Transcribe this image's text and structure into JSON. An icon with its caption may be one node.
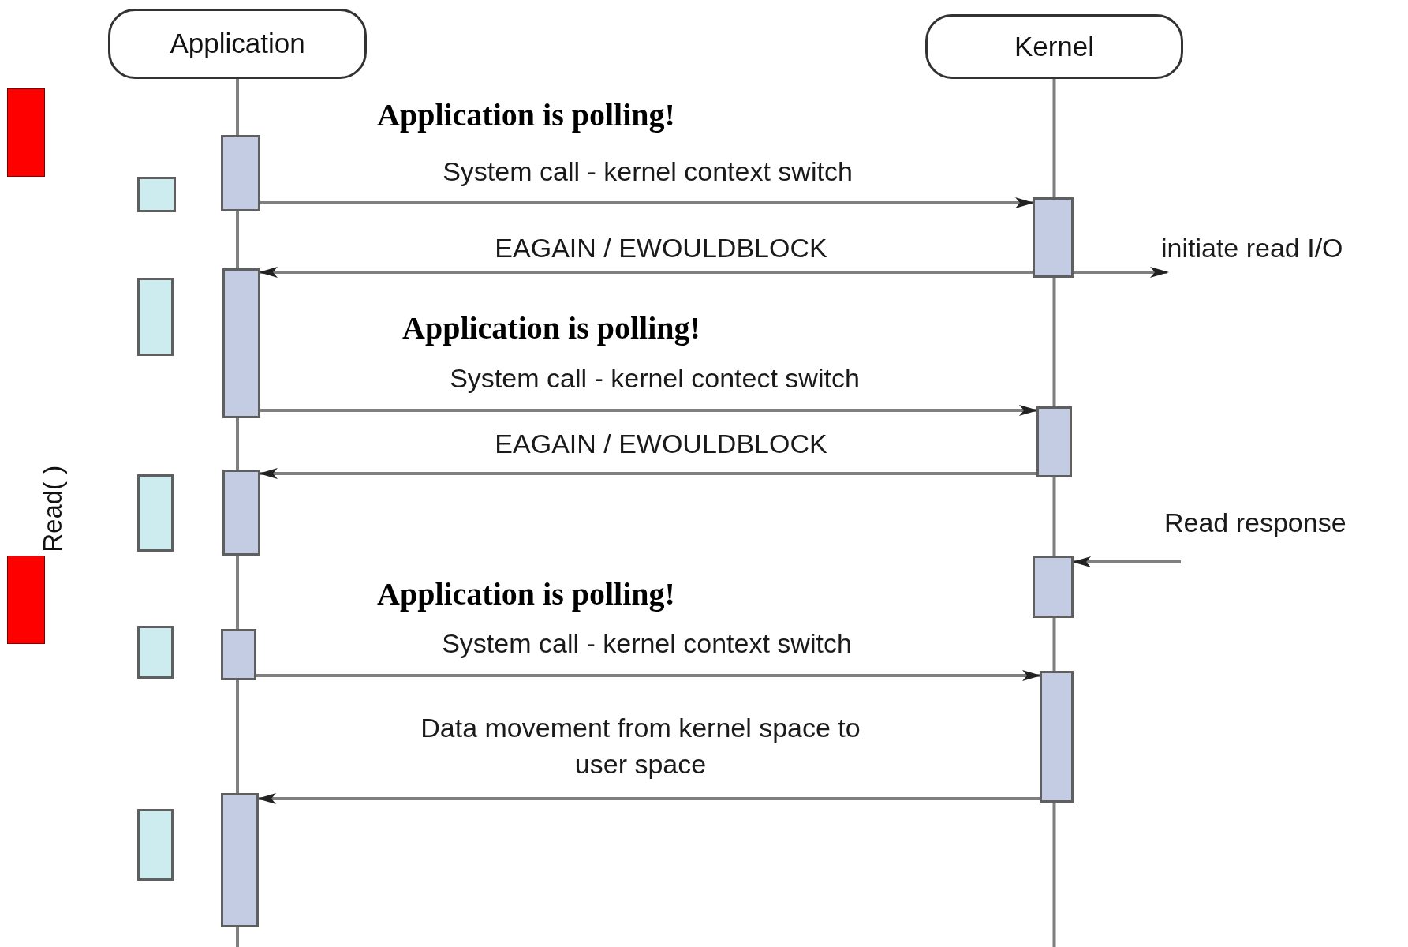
{
  "diagram": {
    "nodes": [
      {
        "text": [
          "Application"
        ]
      },
      {
        "text": [
          "Kernel"
        ]
      },
      {
        "text": [],
        "shape": "box"
      },
      {
        "text": [],
        "shape": "box"
      },
      {
        "text": [],
        "shape": "box"
      },
      {
        "text": [],
        "shape": "box"
      },
      {
        "text": [],
        "shape": "box"
      },
      {
        "text": [],
        "shape": "box"
      },
      {
        "text": [],
        "shape": "box"
      },
      {
        "text": [],
        "shape": "box"
      },
      {
        "text": [],
        "shape": "box"
      },
      {
        "text": [],
        "shape": "box"
      },
      {
        "text": [],
        "shape": "box"
      },
      {
        "text": [],
        "shape": "box"
      },
      {
        "text": [],
        "shape": "box"
      },
      {
        "text": [],
        "shape": "box"
      },
      {
        "text": [],
        "shape": "box"
      },
      {
        "text": [],
        "shape": "box"
      }
    ],
    "edges": [
      {
        "from": 3,
        "to": 5,
        "arrow": "to",
        "label": "System call - kernel context switch"
      },
      {
        "from": 5,
        "to": 7,
        "arrow": "to",
        "label": "EAGAIN / EWOULDBLOCK"
      },
      {
        "from": 5,
        "to": null,
        "arrow": "to",
        "label": "initiate read I/O"
      },
      {
        "from": 7,
        "to": 8,
        "arrow": "to",
        "label": "System call - kernel contect switch"
      },
      {
        "from": 8,
        "to": 10,
        "arrow": "to",
        "label": "EAGAIN / EWOULDBLOCK"
      },
      {
        "from": null,
        "to": 11,
        "arrow": "to",
        "label": "Read response"
      },
      {
        "from": 14,
        "to": 15,
        "arrow": "to",
        "label": "System call - kernel context switch"
      },
      {
        "from": 15,
        "to": 17,
        "arrow": "to",
        "label": "Data movement from kernel space to user space"
      }
    ],
    "labels": [
      "Application is polling!",
      "Application is polling!",
      "Application is polling!",
      "Read( )"
    ]
  }
}
